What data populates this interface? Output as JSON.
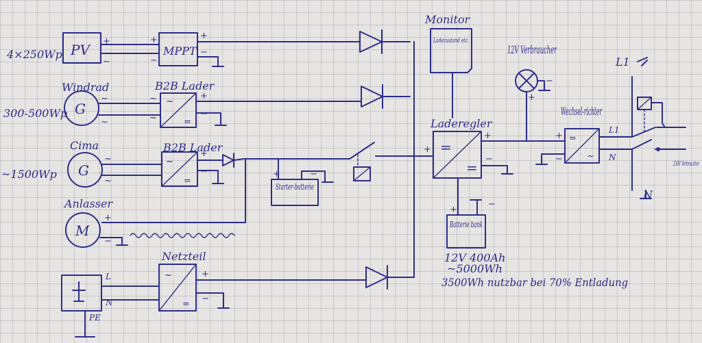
{
  "pv": {
    "power": "4×250Wp",
    "box": "PV"
  },
  "mppt": {
    "box": "MPPT"
  },
  "windrad": {
    "title": "Windrad",
    "power": "300-500Wp",
    "gen": "G"
  },
  "b2b_wind": {
    "title": "B2B Lader"
  },
  "cima": {
    "title": "Cima",
    "power": "~1500Wp",
    "gen": "G"
  },
  "b2b_cima": {
    "title": "B2B Lader"
  },
  "anlasser": {
    "title": "Anlasser",
    "motor": "M"
  },
  "starter": {
    "label": "Starter-batterie"
  },
  "netzteil": {
    "title": "Netzteil"
  },
  "grid_in": {
    "pe": "PE",
    "l": "L",
    "n": "N"
  },
  "monitor": {
    "title": "Monitor",
    "text": "Ladezustand etc."
  },
  "laderegler": {
    "title": "Laderegler"
  },
  "batterie": {
    "label": "Batterie bank"
  },
  "batt_spec": {
    "line1": "12V 400Ah",
    "line2": "~5000Wh",
    "line3": "3500Wh nutzbar bei 70% Entladung"
  },
  "verbraucher": {
    "title": "12V Verbraucher"
  },
  "wechselrichter": {
    "title": "Wechsel-richter"
  },
  "ac_out": {
    "l1": "L1",
    "l1_top": "L1",
    "n": "N",
    "n_bottom": "N",
    "out": "230V Verbraucher"
  },
  "symbols": {
    "plus": "+",
    "minus": "−",
    "ac": "~",
    "eq": "="
  }
}
